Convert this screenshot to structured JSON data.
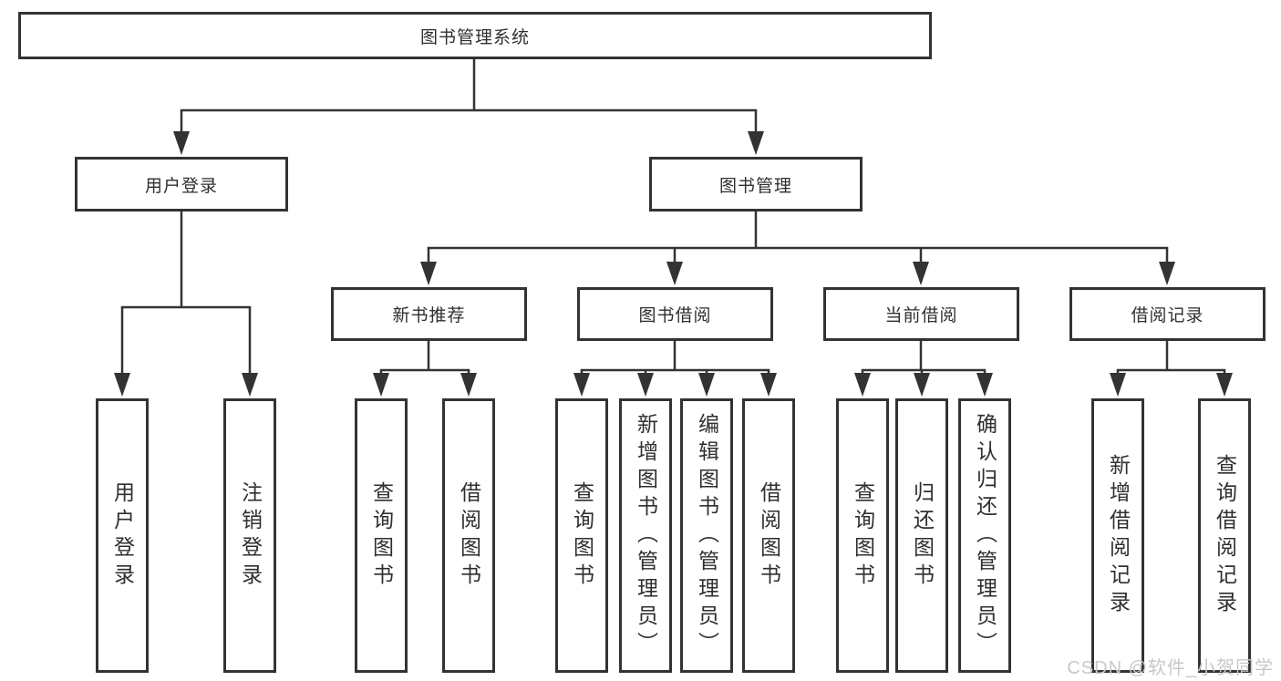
{
  "colors": {
    "line": "#333333",
    "text": "#2f2f2f",
    "watermark": "#c8c8c8",
    "background": "#ffffff"
  },
  "root_label": "图书管理系统",
  "level2": {
    "user_login": "用户登录",
    "book_management": "图书管理"
  },
  "level3": {
    "new_books": "新书推荐",
    "book_borrow": "图书借阅",
    "current_borrow": "当前借阅",
    "borrow_records": "借阅记录"
  },
  "leaves": {
    "user_login_1": "用户登录",
    "user_login_2": "注销登录",
    "new_books_1": "查询图书",
    "new_books_2": "借阅图书",
    "book_borrow_1": "查询图书",
    "book_borrow_2": "新增图书（管理员）",
    "book_borrow_3": "编辑图书（管理员）",
    "book_borrow_4": "借阅图书",
    "current_borrow_1": "查询图书",
    "current_borrow_2": "归还图书",
    "current_borrow_3": "确认归还（管理员）",
    "borrow_records_1": "新增借阅记录",
    "borrow_records_2": "查询借阅记录"
  },
  "watermark": "CSDN @软件_小贺同学"
}
